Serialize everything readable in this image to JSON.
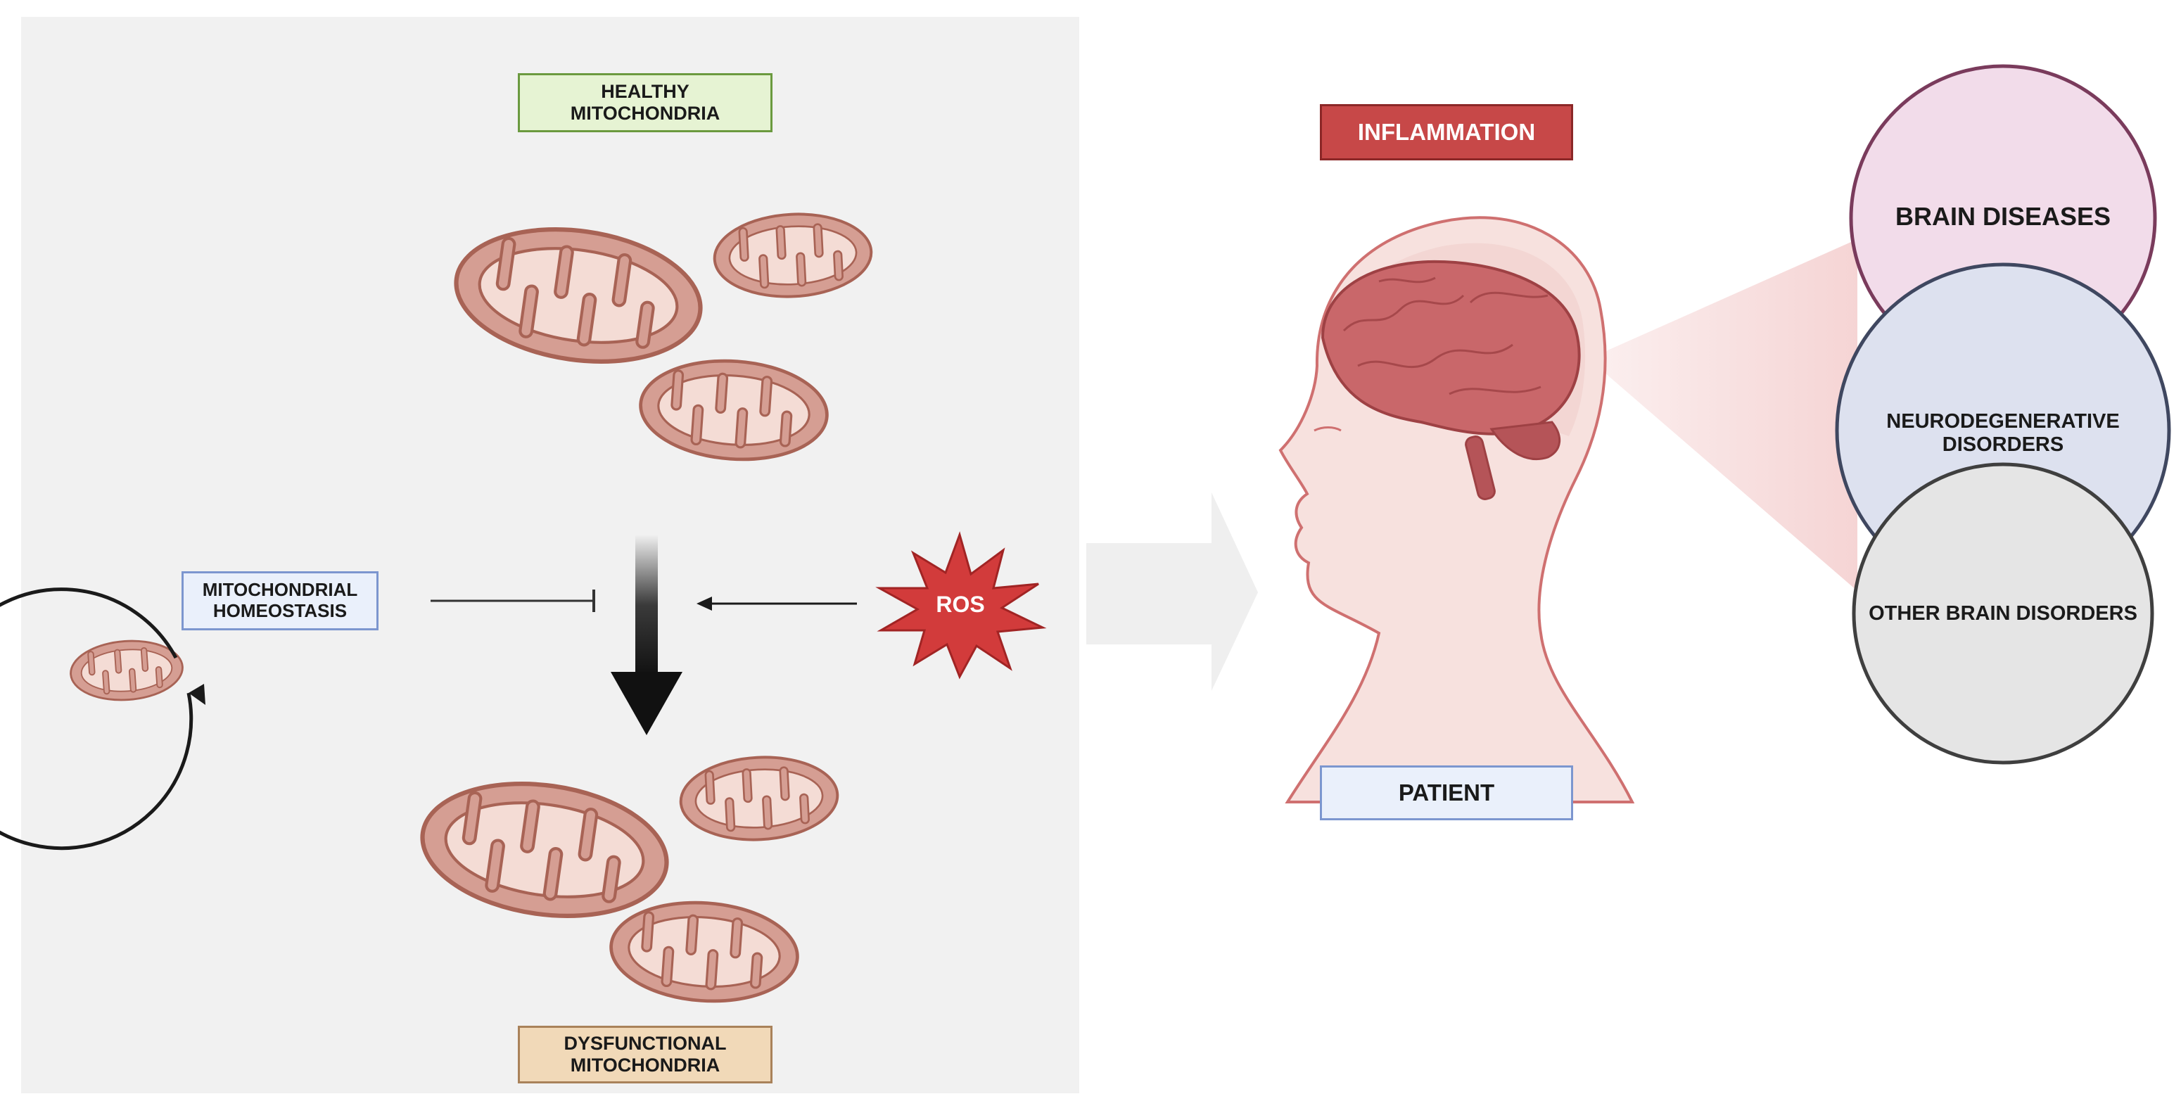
{
  "labels": {
    "healthy": [
      "HEALTHY",
      "MITOCHONDRIA"
    ],
    "dysfunctional": [
      "DYSFUNCTIONAL",
      "MITOCHONDRIA"
    ],
    "homeostasis": [
      "MITOCHONDRIAL",
      "HOMEOSTASIS"
    ],
    "ros": "ROS",
    "inflammation": "INFLAMMATION",
    "patient": "PATIENT",
    "brain_diseases": "BRAIN DISEASES",
    "neuro": [
      "NEURODEGENERATIVE",
      "DISORDERS"
    ],
    "other": "OTHER BRAIN DISORDERS"
  },
  "colors": {
    "panel": "#f1f1f1",
    "mito_fill": "#d59e93",
    "mito_inner": "#f4dcd5",
    "mito_stroke": "#a86355",
    "ros": "#d23b3b",
    "brain": "#c9676a",
    "skin": "#f7e1de",
    "circle_brain": "#f2dcea",
    "circle_neuro": "#dde1ef",
    "circle_other": "#e5e5e5"
  },
  "icons": [
    "mitochondrion-icon",
    "ros-burst-icon",
    "head-brain-icon",
    "cycle-arrow-icon",
    "down-arrow-icon",
    "inhibition-arrow-icon"
  ]
}
